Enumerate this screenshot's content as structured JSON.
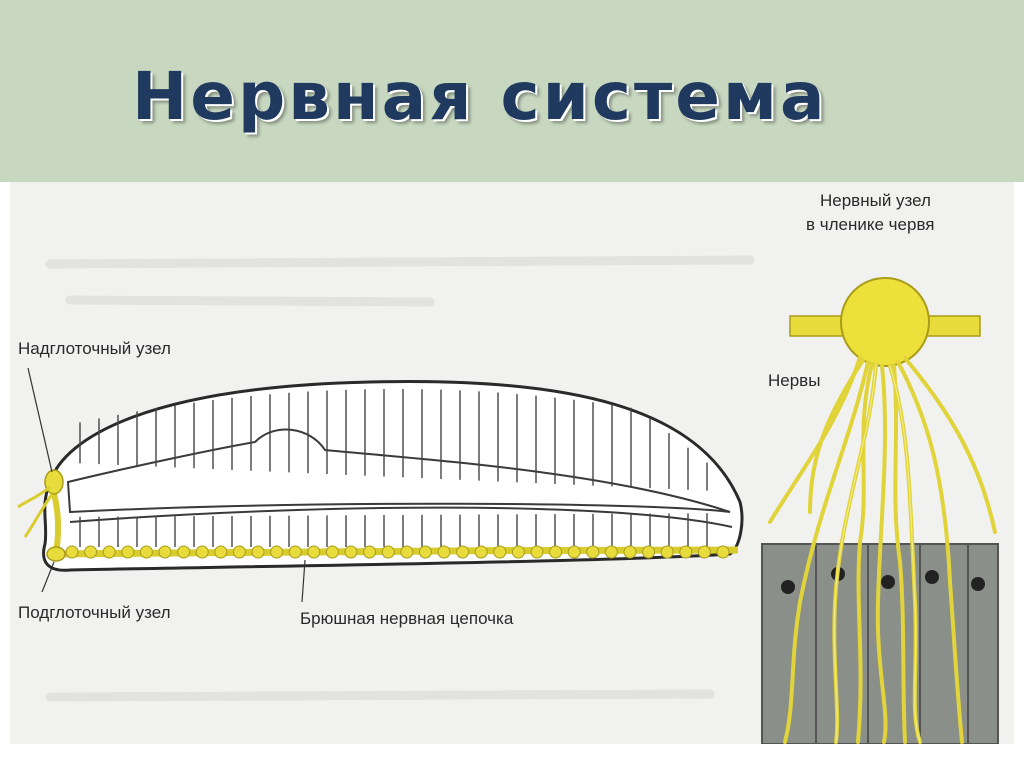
{
  "slide": {
    "title": "Нервная система"
  },
  "labels": {
    "supra": "Надглоточный узел",
    "sub": "Подглоточный узел",
    "ventral_chain": "Брюшная нервная цепочка",
    "ganglion_line1": "Нервный узел",
    "ganglion_line2": "в членике червя",
    "nerves": "Нервы"
  },
  "colors": {
    "header_bg": "#c8d8c0",
    "title": "#1f3a5e",
    "nerve_yellow": "#e8dc3c",
    "worm_outline": "#2a2a2a",
    "tissue_gray": "#8a8f8a"
  },
  "icons": {
    "ganglion": "nerve-ganglion-icon"
  }
}
